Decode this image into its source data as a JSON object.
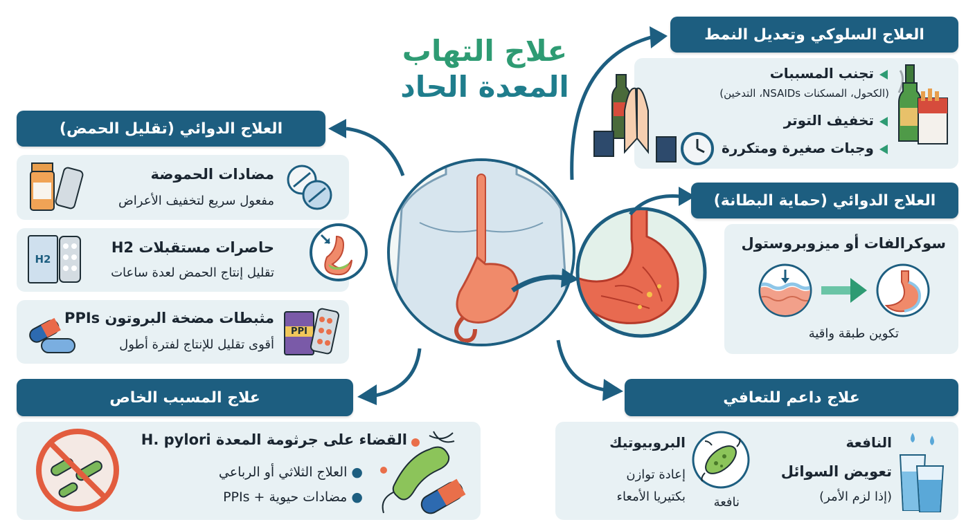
{
  "title": {
    "line1": "علاج التهاب",
    "line2": "المعدة الحاد"
  },
  "behavioral": {
    "header": "العلاج السلوكي وتعديل النمط",
    "item1_title": "تجنب المسببات",
    "item1_sub": "(الكحول، المسكنات NSAIDs، التدخين)",
    "item2": "تخفيف التوتر",
    "item3": "وجبات صغيرة ومتكررة"
  },
  "acid": {
    "header": "العلاج الدوائي (تقليل الحمض)",
    "antacids_title": "مضادات الحموضة",
    "antacids_sub": "مفعول سريع لتخفيف الأعراض",
    "h2_title": "حاصرات مستقبلات H2",
    "h2_sub": "تقليل إنتاج الحمض لعدة ساعات",
    "h2_label": "H2",
    "ppi_title": "مثبطات مضخة البروتون PPIs",
    "ppi_sub": "أقوى تقليل للإنتاج لفترة أطول",
    "ppi_label": "PPI"
  },
  "lining": {
    "header": "العلاج الدوائي (حماية البطانة)",
    "title": "سوكرالفات أو ميزوبروستول",
    "sub": "تكوين طبقة واقية"
  },
  "cause": {
    "header": "علاج المسبب الخاص",
    "title": "القضاء على جرثومة المعدة H. pylori",
    "bullet1": "العلاج الثلاثي أو الرباعي",
    "bullet2": "مضادات حيوية + PPIs"
  },
  "supportive": {
    "header": "علاج داعم للتعافي",
    "probiotics_title": "البروبيوتيك",
    "probiotics_sub1": "إعادة توازن",
    "probiotics_sub2": "بكتيريا الأمعاء",
    "probiotics_sub3": "نافعة",
    "fluids_top": "النافعة",
    "fluids_title": "تعويض السوائل",
    "fluids_sub": "(إذا لزم الأمر)"
  },
  "colors": {
    "header_bg": "#1d5e80",
    "card_bg": "#e8f1f4",
    "title_green": "#2e9b73",
    "title_teal": "#1f7d8c",
    "stomach": "#f08a6a"
  }
}
